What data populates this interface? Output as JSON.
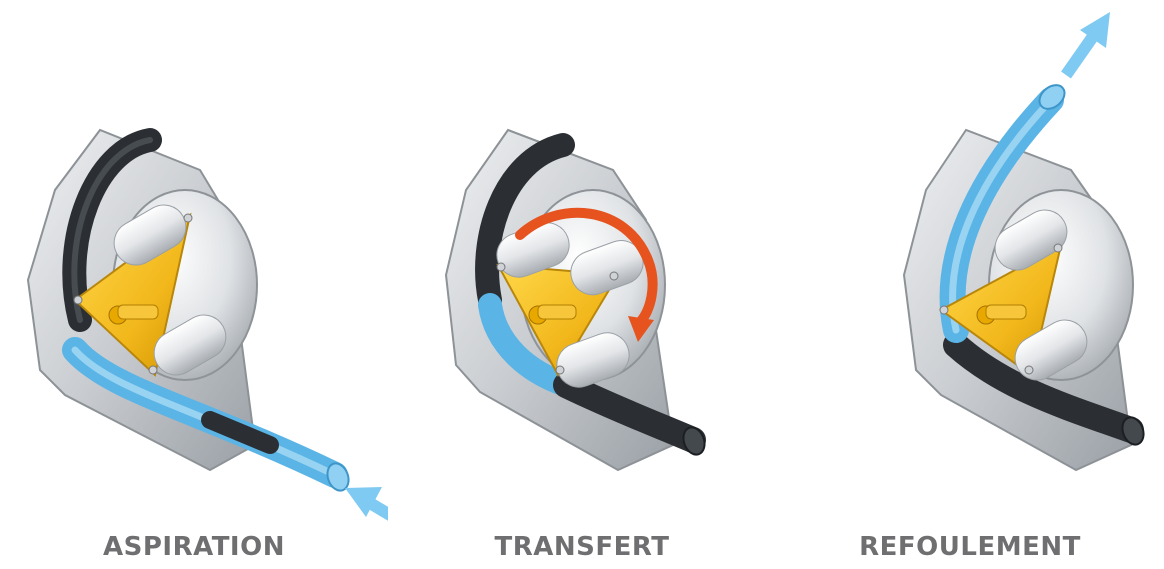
{
  "stages": [
    {
      "id": "aspiration",
      "label": "ASPIRATION"
    },
    {
      "id": "transfert",
      "label": "TRANSFERT"
    },
    {
      "id": "refoulement",
      "label": "REFOULEMENT"
    }
  ],
  "colors": {
    "label": "#6f6f71",
    "housing": "#c9ccd0",
    "tube_empty": "#2b2f33",
    "tube_fluid": "#5ab4e6",
    "rotor": "#f2b81c",
    "roller": "#e8eaec",
    "rotation_arrow": "#e6531f",
    "flow_arrow": "#7fcaf2"
  },
  "icons": {
    "flow_arrow": "flow-arrow-icon",
    "rotation_arrow": "rotation-arrow-icon"
  }
}
